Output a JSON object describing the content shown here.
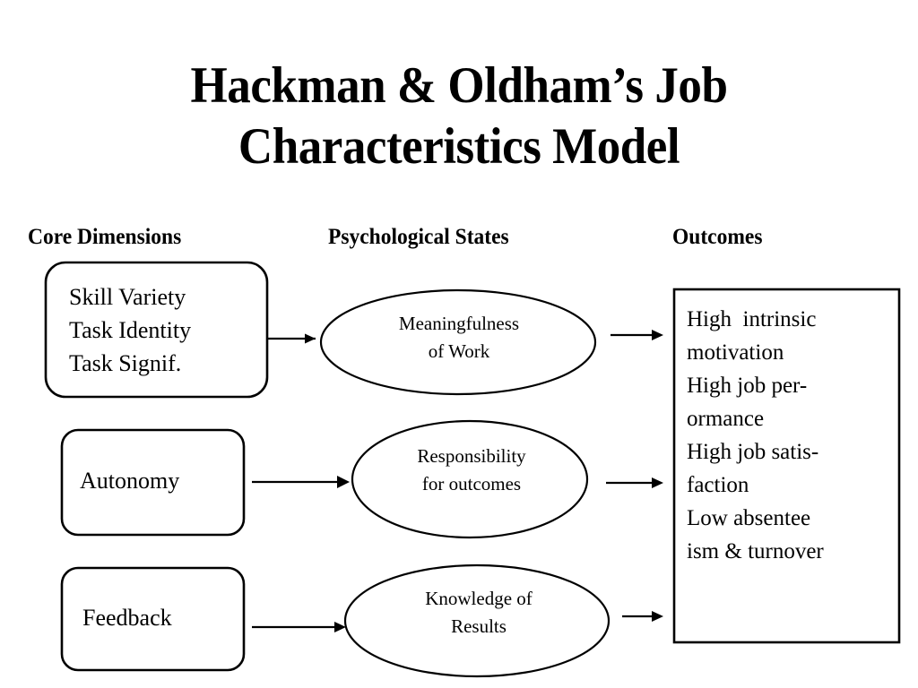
{
  "slide": {
    "background_color": "#ffffff",
    "text_color": "#000000",
    "title": {
      "line1": "Hackman & Oldham’s Job",
      "line2": "Characteristics Model"
    },
    "columns": {
      "core_dimensions": "Core Dimensions",
      "psychological_states": "Psychological States",
      "outcomes": "Outcomes"
    },
    "core_dimensions": [
      {
        "id": "dim-1",
        "shape": "rounded-rectangle",
        "lines": [
          "Skill Variety",
          "Task Identity",
          "Task Signif."
        ],
        "text": "Skill Variety\nTask Identity\nTask Signif."
      },
      {
        "id": "dim-2",
        "shape": "rounded-rectangle",
        "lines": [
          "Autonomy"
        ],
        "text": "Autonomy"
      },
      {
        "id": "dim-3",
        "shape": "rounded-rectangle",
        "lines": [
          "Feedback"
        ],
        "text": "Feedback"
      }
    ],
    "psychological_states": [
      {
        "id": "state-1",
        "shape": "ellipse",
        "lines": [
          "Meaningfulness",
          "of Work"
        ],
        "text": "Meaningfulness\nof Work"
      },
      {
        "id": "state-2",
        "shape": "ellipse",
        "lines": [
          "Responsibility",
          "for outcomes"
        ],
        "text": "Responsibility\nfor outcomes"
      },
      {
        "id": "state-3",
        "shape": "ellipse",
        "lines": [
          "Knowledge of",
          "Results"
        ],
        "text": "Knowledge of\nResults"
      }
    ],
    "outcomes_box": {
      "id": "outcomes",
      "shape": "rectangle",
      "lines": [
        "High  intrinsic",
        "motivation",
        "High job per-",
        "ormance",
        "High job satis-",
        "faction",
        "Low absentee",
        "ism & turnover"
      ]
    },
    "connectors": [
      {
        "id": "arrow-dim1-state1",
        "from": "dim-1",
        "to": "state-1",
        "style": "solid-arrow"
      },
      {
        "id": "arrow-dim2-state2",
        "from": "dim-2",
        "to": "state-2",
        "style": "solid-arrow"
      },
      {
        "id": "arrow-dim3-state3",
        "from": "dim-3",
        "to": "state-3",
        "style": "solid-arrow"
      },
      {
        "id": "arrow-state1-outcomes",
        "from": "state-1",
        "to": "outcomes",
        "style": "solid-arrow"
      },
      {
        "id": "arrow-state2-outcomes",
        "from": "state-2",
        "to": "outcomes",
        "style": "solid-arrow"
      },
      {
        "id": "arrow-state3-outcomes",
        "from": "state-3",
        "to": "outcomes",
        "style": "solid-arrow"
      }
    ]
  }
}
